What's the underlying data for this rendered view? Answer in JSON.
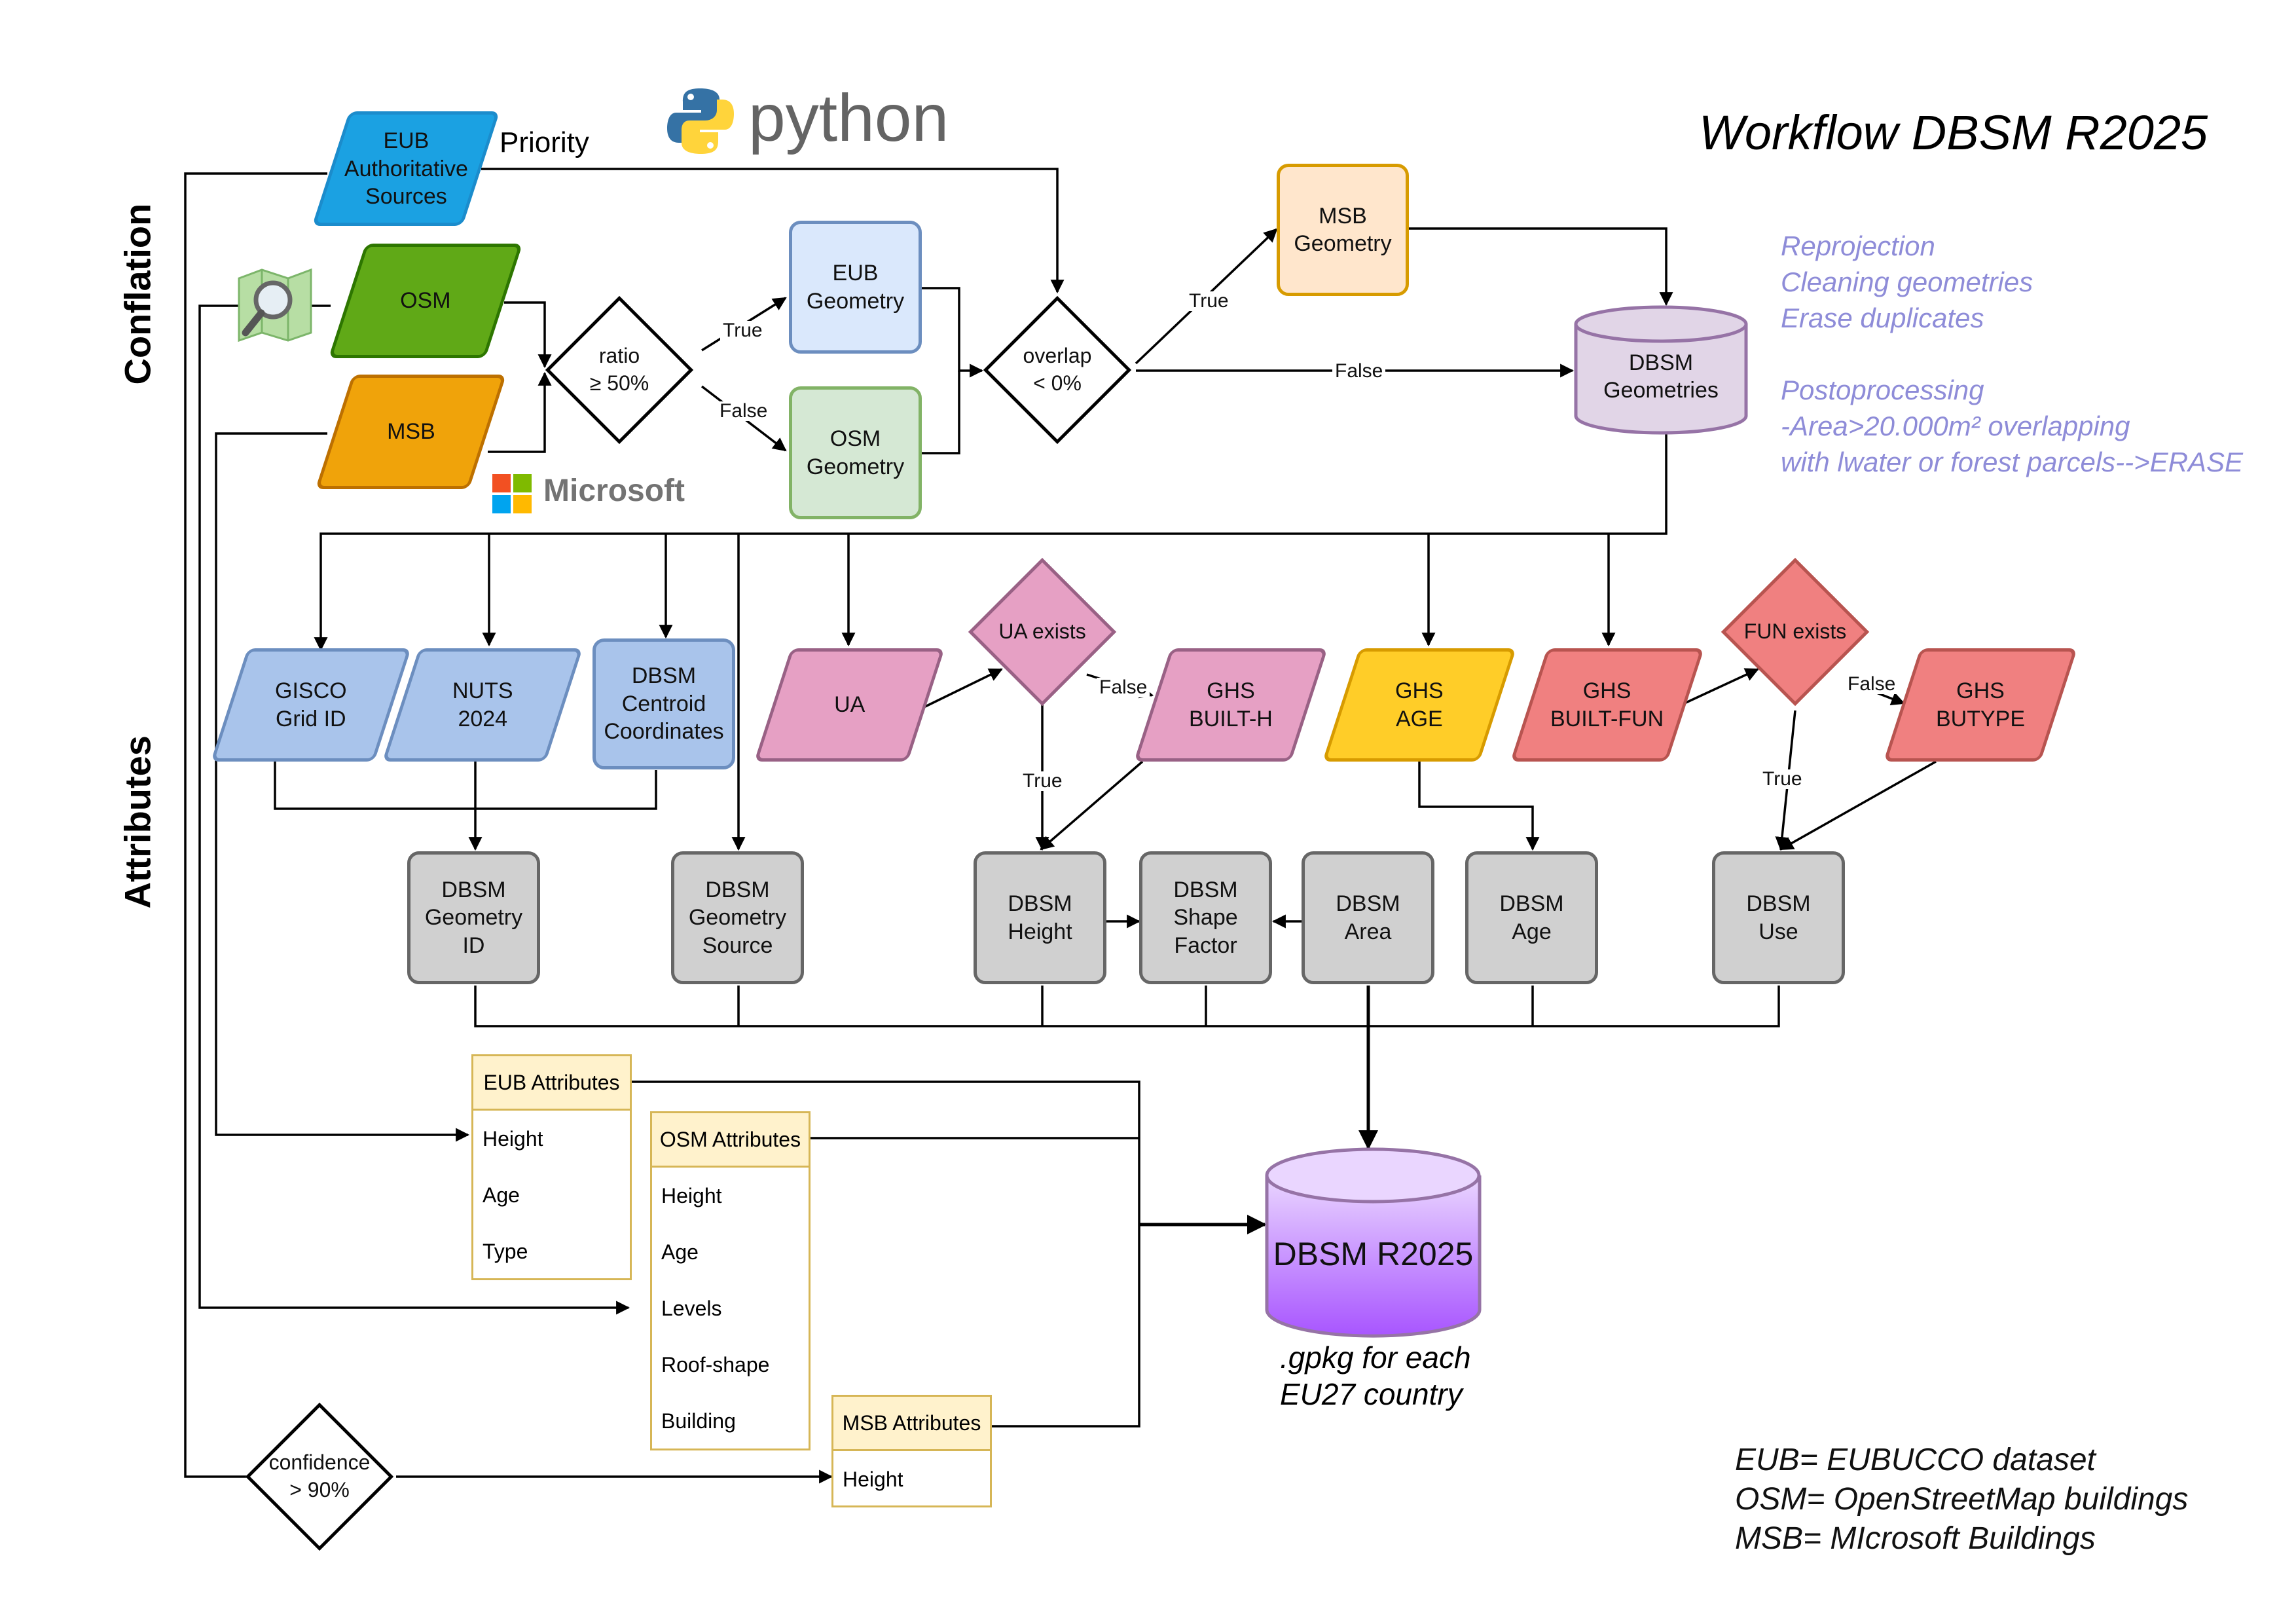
{
  "title": "Workflow DBSM R2025",
  "sections": {
    "conflation": "Conflation",
    "attributes": "Attributes"
  },
  "logos": {
    "python": "python",
    "microsoft": "Microsoft"
  },
  "labels": {
    "priority": "Priority",
    "true": "True",
    "false": "False"
  },
  "nodes": {
    "eub_sources": "EUB\nAuthoritative\nSources",
    "osm": "OSM",
    "msb": "MSB",
    "ratio": "ratio\n≥ 50%",
    "eub_geometry": "EUB\nGeometry",
    "osm_geometry": "OSM\nGeometry",
    "overlap": "overlap\n< 0%",
    "msb_geometry": "MSB\nGeometry",
    "dbsm_geometries": "DBSM\nGeometries",
    "gisco": "GISCO\nGrid ID",
    "nuts": "NUTS\n2024",
    "centroid": "DBSM\nCentroid\nCoordinates",
    "ua": "UA",
    "ua_exists": "UA exists",
    "ghs_built_h": "GHS\nBUILT-H",
    "ghs_age": "GHS\nAGE",
    "ghs_built_fun": "GHS\nBUILT-FUN",
    "fun_exists": "FUN exists",
    "ghs_butype": "GHS\nBUTYPE",
    "geom_id": "DBSM\nGeometry\nID",
    "geom_source": "DBSM\nGeometry\nSource",
    "height": "DBSM\nHeight",
    "shape_factor": "DBSM\nShape\nFactor",
    "area": "DBSM\nArea",
    "age": "DBSM\nAge",
    "use": "DBSM\nUse",
    "final_db": "DBSM R2025",
    "confidence": "confidence\n> 90%"
  },
  "final_caption": ".gpkg for each\nEU27 country",
  "tables": {
    "eub": {
      "header": "EUB Attributes",
      "rows": [
        "Height",
        "Age",
        "Type"
      ]
    },
    "osm": {
      "header": "OSM Attributes",
      "rows": [
        "Height",
        "Age",
        "Levels",
        "Roof-shape",
        "Building"
      ]
    },
    "msb": {
      "header": "MSB Attributes",
      "rows": [
        "Height"
      ]
    }
  },
  "notes": [
    "Reprojection",
    "Cleaning geometries",
    "Erase duplicates",
    "",
    "Postoprocessing",
    "-Area>20.000m² overlapping",
    "with lwater or forest parcels-->ERASE"
  ],
  "legend": [
    "EUB= EUBUCCO dataset",
    "OSM= OpenStreetMap buildings",
    "MSB= MIcrosoft Buildings"
  ],
  "colors": {
    "blue_fill": "#1ba1e2",
    "green_fill": "#60a917",
    "orange_fill": "#f0a30a",
    "light_blue": "#dae8fc",
    "light_green": "#d5e8d4",
    "peach": "#ffe6cc",
    "purple_light": "#e1d5e7",
    "grey": "#d0d0d0",
    "pink": "#e6a0c4",
    "yellow": "#ffcd28",
    "red": "#f08080",
    "final_purple": "#b266ff",
    "notes": "#8e8cd8"
  }
}
